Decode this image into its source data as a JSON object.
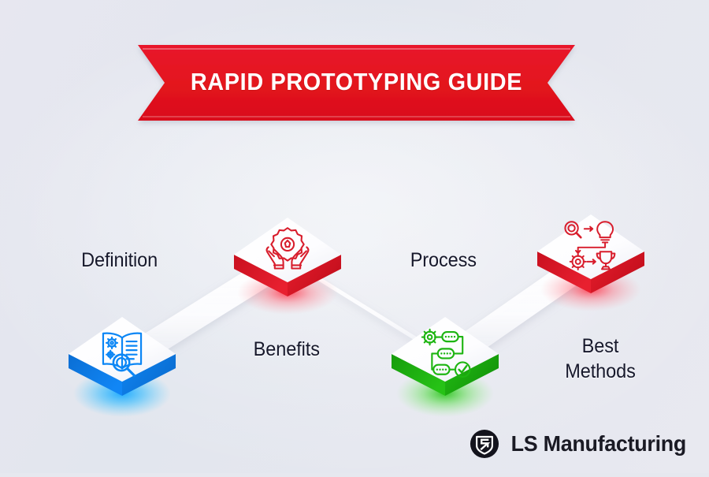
{
  "background": {
    "color": "#e6e8ef",
    "accent_top": "#e7e7f0",
    "accent_bottom": "#e8e9f0"
  },
  "banner": {
    "title": "Rapid Prototyping Guide",
    "fill": "#e81427",
    "fill_dark": "#cf0f20",
    "text_color": "#ffffff",
    "shape": "notched-ribbon"
  },
  "flow": {
    "nodes": [
      {
        "id": "definition",
        "label": "Definition",
        "label_position": "left",
        "color": "#0b7ff0",
        "color_side": "#0a6ed4",
        "glow": "#29b6ff",
        "icon": "book-gears-magnifier-icon",
        "step": 1,
        "elevation": "low"
      },
      {
        "id": "benefits",
        "label": "Benefits",
        "label_position": "right",
        "color": "#e31a2c",
        "color_side": "#c9101f",
        "glow": "#ff5064",
        "icon": "hands-holding-badge-icon",
        "step": 2,
        "elevation": "high"
      },
      {
        "id": "process",
        "label": "Process",
        "label_position": "left",
        "color": "#20b512",
        "color_side": "#169c0b",
        "glow": "#4ade3a",
        "icon": "flowchart-gear-check-icon",
        "step": 3,
        "elevation": "low"
      },
      {
        "id": "best-methods",
        "label": "Best\nMethods",
        "label_position": "right",
        "color": "#e31a2c",
        "color_side": "#c9101f",
        "glow": "#ff5064",
        "icon": "research-idea-gear-trophy-icon",
        "step": 4,
        "elevation": "high"
      }
    ],
    "connector_color": "#ffffff"
  },
  "logo": {
    "name": "LS Manufacturing",
    "mark": "ls-shield-monogram-icon",
    "mark_color": "#14141d",
    "text_color": "#1a1a24"
  }
}
